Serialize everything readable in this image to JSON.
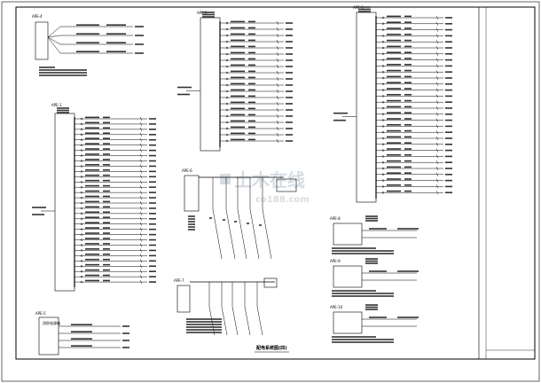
{
  "drawing": {
    "bottom_title": "配电系统图(四)",
    "watermark_main": "土木在线",
    "watermark_sub": "co188.com",
    "small_box_label": "消防电源箱",
    "box_tags": [
      "APE-1",
      "APE-2",
      "APE-3",
      "APE-4",
      "APE-5",
      "APE-6",
      "APE-7",
      "APE-8",
      "APE-9",
      "APE-10"
    ]
  }
}
